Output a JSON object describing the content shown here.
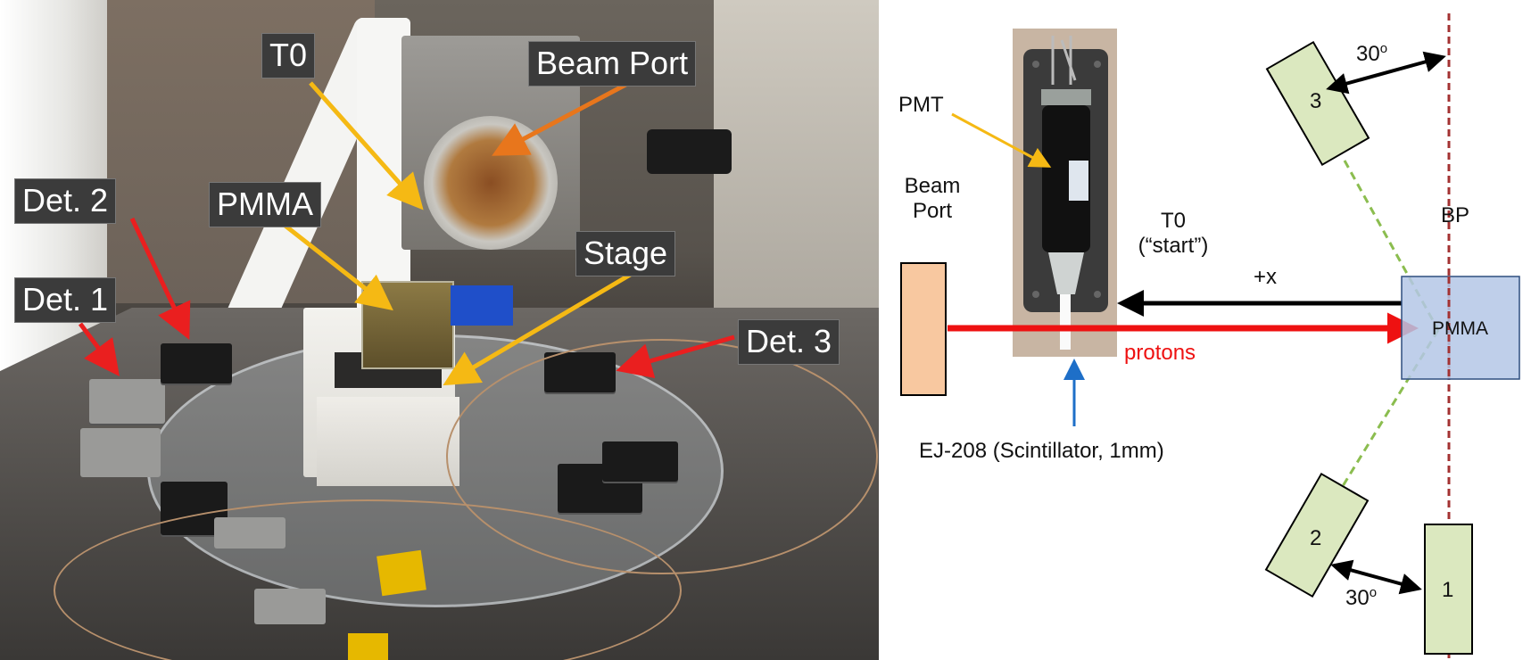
{
  "photo": {
    "labels": {
      "t0": "T0",
      "beam_port": "Beam Port",
      "det2": "Det. 2",
      "pmma": "PMMA",
      "stage": "Stage",
      "det1": "Det. 1",
      "det3": "Det. 3"
    },
    "arrow_colors": {
      "t0": "#f5b914",
      "beam_port": "#e8761c",
      "pmma": "#f5b914",
      "stage": "#f5b914",
      "detectors": "#ea1f1f"
    }
  },
  "schematic": {
    "beam_port": {
      "line1": "Beam",
      "line2": "Port"
    },
    "pmt": "PMT",
    "t0": {
      "line1": "T0",
      "line2": "(“start”)"
    },
    "plus_x": "+x",
    "protons": "protons",
    "pmma": "PMMA",
    "scintillator": "EJ-208 (Scintillator, 1mm)",
    "bp": "BP",
    "angle_top": {
      "value": "30",
      "sup": "o"
    },
    "angle_bottom": {
      "value": "30",
      "sup": "o"
    },
    "detectors": {
      "d1": "1",
      "d2": "2",
      "d3": "3"
    },
    "colors": {
      "beam_port_fill": "#f8c8a0",
      "detector_fill": "#dbe8bf",
      "pmma_fill": "#b4c7e6",
      "proton_arrow": "#ee1111",
      "protons_text": "#ee1111",
      "bp_line": "#a33232",
      "detector_guide": "#8bbd4f",
      "pmt_arrow": "#f5b914",
      "scint_arrow": "#1e6fc8"
    }
  }
}
